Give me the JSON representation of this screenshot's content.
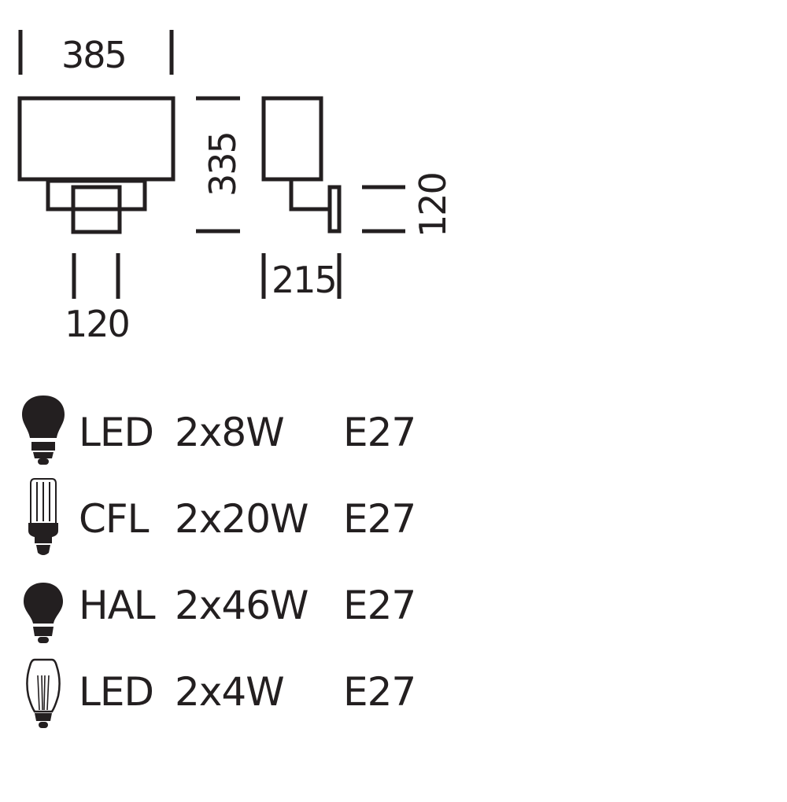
{
  "dimensions": {
    "width": "385",
    "height": "335",
    "base_width": "120",
    "depth": "215",
    "arm_height": "120"
  },
  "bulbs": [
    {
      "icon": "led-bulb-icon",
      "type": "LED",
      "power": "2x8W",
      "socket": "E27"
    },
    {
      "icon": "cfl-bulb-icon",
      "type": "CFL",
      "power": "2x20W",
      "socket": "E27"
    },
    {
      "icon": "halogen-bulb-icon",
      "type": "HAL",
      "power": "2x46W",
      "socket": "E27"
    },
    {
      "icon": "filament-bulb-icon",
      "type": "LED",
      "power": "2x4W",
      "socket": "E27"
    }
  ],
  "colors": {
    "ink": "#231f20",
    "background": "#ffffff"
  }
}
